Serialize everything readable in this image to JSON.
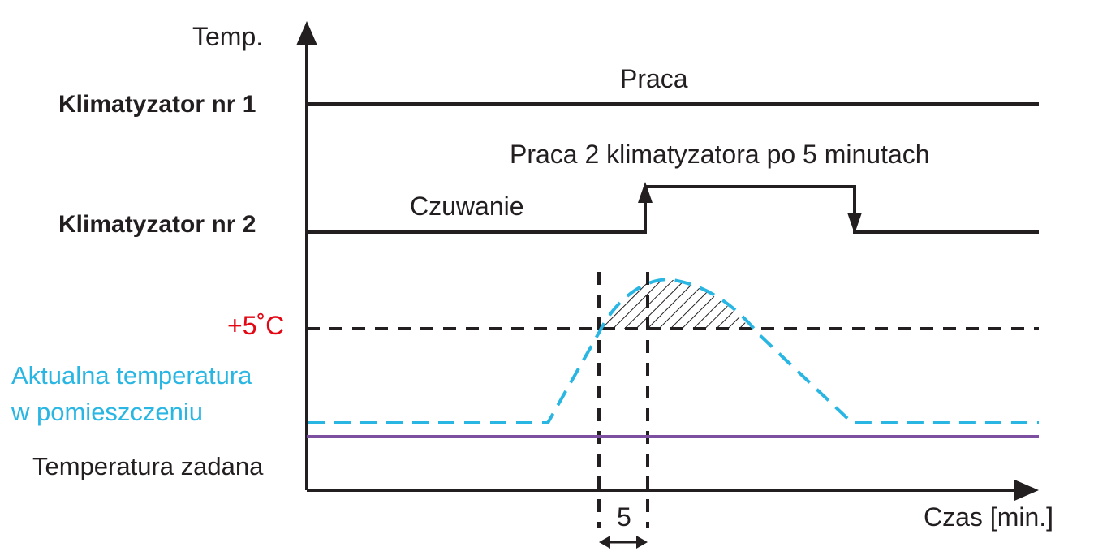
{
  "axis": {
    "y_label": "Temp.",
    "x_label": "Czas [min.]"
  },
  "rows": {
    "unit1": "Klimatyzator nr 1",
    "unit2": "Klimatyzator nr 2",
    "threshold": "+5˚C",
    "actual_line1": "Aktualna temperatura",
    "actual_line2": "w pomieszczeniu",
    "setpoint": "Temperatura zadana"
  },
  "annotations": {
    "unit1_state": "Praca",
    "unit2_standby": "Czuwanie",
    "unit2_run": "Praca 2 klimatyzatora po 5 minutach",
    "delay": "5"
  },
  "colors": {
    "axis": "#231f20",
    "threshold_text": "#e30613",
    "actual_temperature": "#29b6e3",
    "setpoint_line": "#7d4fa0",
    "text": "#231f20"
  }
}
